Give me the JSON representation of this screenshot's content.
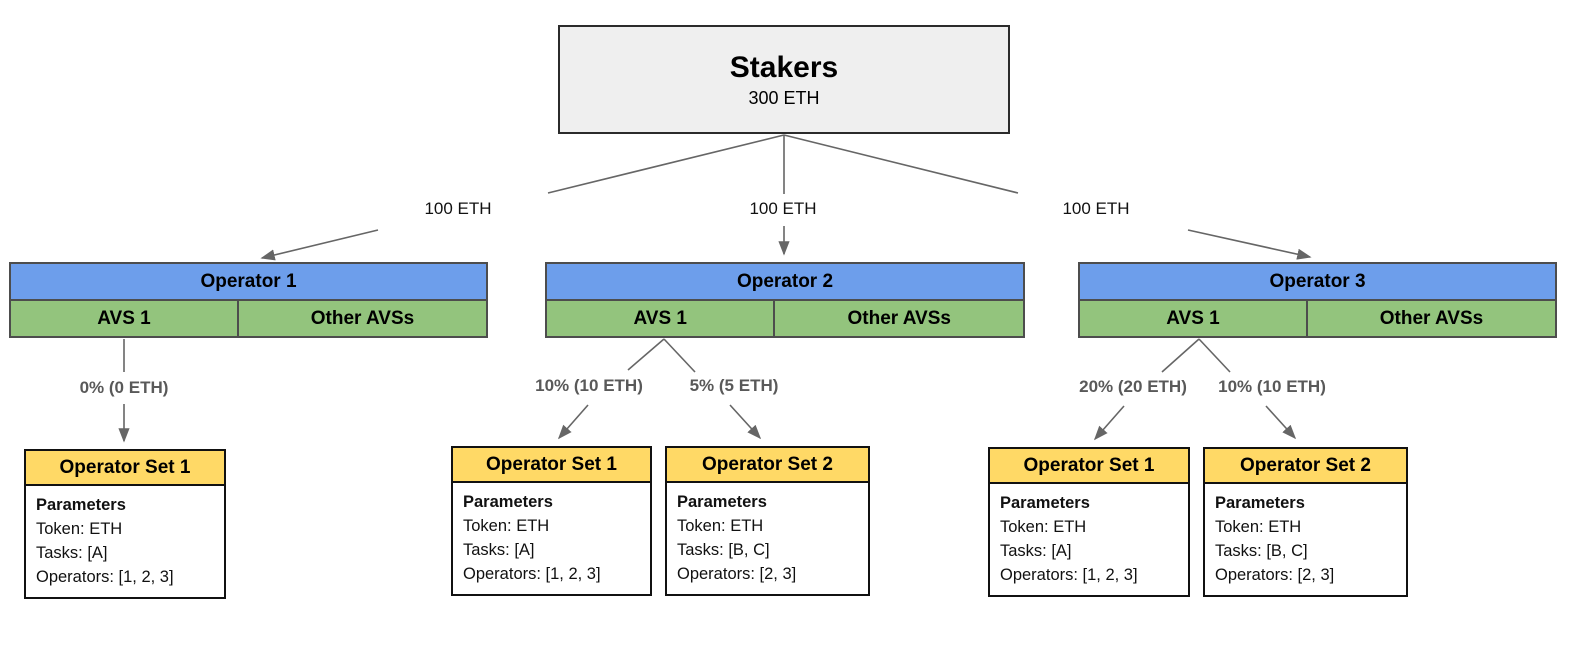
{
  "stakers": {
    "title": "Stakers",
    "amount": "300 ETH"
  },
  "stake_labels": [
    "100 ETH",
    "100 ETH",
    "100 ETH"
  ],
  "operators": [
    {
      "name": "Operator 1",
      "cells": [
        "AVS 1",
        "Other AVSs"
      ],
      "allocations": [
        "0% (0 ETH)"
      ],
      "sets": [
        {
          "title": "Operator Set 1",
          "heading": "Parameters",
          "lines": [
            "Token: ETH",
            "Tasks: [A]",
            "Operators: [1, 2, 3]"
          ]
        }
      ]
    },
    {
      "name": "Operator 2",
      "cells": [
        "AVS 1",
        "Other AVSs"
      ],
      "allocations": [
        "10% (10 ETH)",
        "5% (5 ETH)"
      ],
      "sets": [
        {
          "title": "Operator Set 1",
          "heading": "Parameters",
          "lines": [
            "Token: ETH",
            "Tasks: [A]",
            "Operators: [1, 2, 3]"
          ]
        },
        {
          "title": "Operator Set 2",
          "heading": "Parameters",
          "lines": [
            "Token: ETH",
            "Tasks: [B, C]",
            "Operators: [2, 3]"
          ]
        }
      ]
    },
    {
      "name": "Operator 3",
      "cells": [
        "AVS 1",
        "Other AVSs"
      ],
      "allocations": [
        "20% (20 ETH)",
        "10% (10 ETH)"
      ],
      "sets": [
        {
          "title": "Operator Set 1",
          "heading": "Parameters",
          "lines": [
            "Token: ETH",
            "Tasks: [A]",
            "Operators: [1, 2, 3]"
          ]
        },
        {
          "title": "Operator Set 2",
          "heading": "Parameters",
          "lines": [
            "Token: ETH",
            "Tasks: [B, C]",
            "Operators: [2, 3]"
          ]
        }
      ]
    }
  ],
  "colors": {
    "operator_header": "#6d9eeb",
    "avs_cell": "#93c47d",
    "operator_set_header": "#ffd966",
    "stakers_fill": "#efefef",
    "connector": "#666666",
    "table_border": "#4d4d4d"
  }
}
